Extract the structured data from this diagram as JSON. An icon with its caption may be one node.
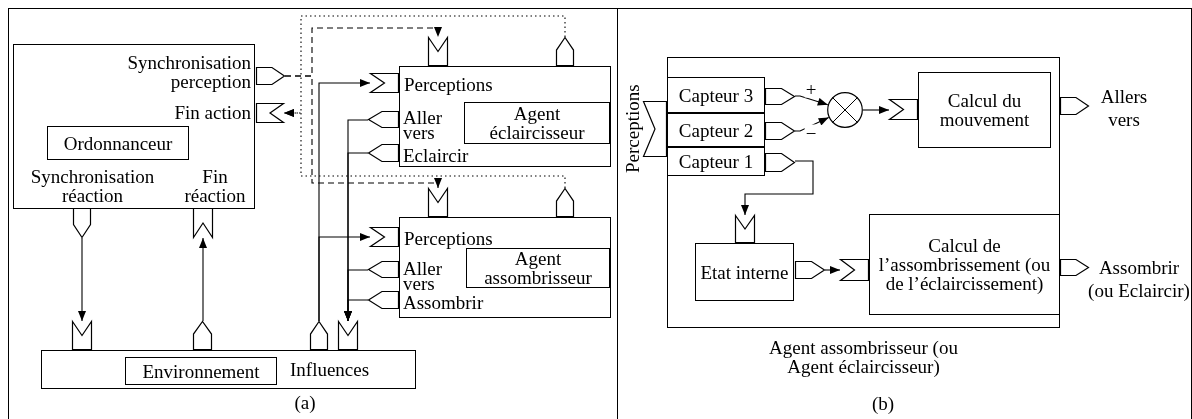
{
  "diagram": {
    "nodes": [
      {
        "text": [],
        "shape": "box"
      },
      {
        "text": [
          "Synchronisation perception"
        ],
        "in": 0
      },
      {
        "text": [
          "Fin action"
        ],
        "in": 0
      },
      {
        "text": [
          "Ordonnanceur"
        ],
        "in": 0
      },
      {
        "text": [
          "Synchronisation réaction"
        ],
        "in": 0
      },
      {
        "text": [
          "Fin réaction"
        ],
        "in": 0
      },
      {
        "text": [],
        "shape": "notch"
      },
      {
        "text": [],
        "shape": "pentagon"
      },
      {
        "text": [],
        "shape": "box"
      },
      {
        "text": [
          "Perceptions"
        ],
        "in": 8
      },
      {
        "text": [
          "Aller vers"
        ],
        "in": 8
      },
      {
        "text": [
          "Eclaircir"
        ],
        "in": 8
      },
      {
        "text": [
          "Agent éclaircisseur"
        ],
        "in": 8
      },
      {
        "text": [],
        "shape": "notch"
      },
      {
        "text": [],
        "shape": "pentagon"
      },
      {
        "text": [],
        "shape": "box"
      },
      {
        "text": [
          "Perceptions"
        ],
        "in": 15
      },
      {
        "text": [
          "Aller vers"
        ],
        "in": 15
      },
      {
        "text": [
          "Assombrir"
        ],
        "in": 15
      },
      {
        "text": [
          "Agent assombrisseur"
        ],
        "in": 15
      },
      {
        "text": [],
        "shape": "notch"
      },
      {
        "text": [],
        "shape": "pentagon"
      },
      {
        "text": [],
        "shape": "pentagon"
      },
      {
        "text": [],
        "shape": "notch"
      },
      {
        "text": [
          "Influences"
        ]
      },
      {
        "text": [
          "Environnement"
        ],
        "in": 24
      },
      {
        "text": [
          "Agent assombrisseur (ou Agent éclaircisseur)"
        ]
      },
      {
        "text": [
          "Perceptions"
        ]
      },
      {
        "text": [
          "Capteur 3"
        ],
        "in": 26
      },
      {
        "text": [
          "Capteur 2"
        ],
        "in": 26
      },
      {
        "text": [
          "Capteur 1"
        ],
        "in": 26
      },
      {
        "text": [],
        "shape": "circle",
        "in": 26
      },
      {
        "text": [
          "Calcul du mouvement"
        ],
        "in": 26,
        "beside": [
          "Allers vers"
        ]
      },
      {
        "text": [
          "Etat interne"
        ],
        "in": 26
      },
      {
        "text": [
          "Calcul de l’assombrissement (ou de l’éclaircissement)"
        ],
        "in": 26,
        "beside": [
          "Assombrir (ou Eclaircir)"
        ]
      },
      {
        "text": [],
        "shape": "pentagon"
      },
      {
        "text": [],
        "shape": "notch"
      },
      {
        "text": [],
        "shape": "pentagon"
      },
      {
        "text": [],
        "shape": "notch"
      },
      {
        "text": [],
        "shape": "notch"
      },
      {
        "text": [],
        "shape": "pentagon"
      },
      {
        "text": [],
        "shape": "pentagon"
      },
      {
        "text": [],
        "shape": "notch"
      },
      {
        "text": [],
        "shape": "pentagon"
      },
      {
        "text": [],
        "shape": "pentagon"
      }
    ],
    "edges": [
      {
        "from": 35,
        "to": 6,
        "arrow": "to",
        "style": "dashed"
      },
      {
        "from": 35,
        "to": 13,
        "arrow": "to",
        "style": "dashed"
      },
      {
        "from": 7,
        "to": 36,
        "arrow": "to",
        "style": "dashed"
      },
      {
        "from": 14,
        "to": 36,
        "arrow": "to",
        "style": "dashed"
      },
      {
        "from": 22,
        "to": 39,
        "arrow": "to"
      },
      {
        "from": 22,
        "to": 42,
        "arrow": "to"
      },
      {
        "from": 40,
        "to": 23,
        "arrow": "to"
      },
      {
        "from": 41,
        "to": 23,
        "arrow": "to"
      },
      {
        "from": 43,
        "to": 23,
        "arrow": "to"
      },
      {
        "from": 44,
        "to": 23,
        "arrow": "to"
      },
      {
        "from": 37,
        "to": 20,
        "arrow": "to"
      },
      {
        "from": 21,
        "to": 38,
        "arrow": "to"
      },
      {
        "from": 28,
        "to": 31,
        "arrow": "to",
        "label": "+"
      },
      {
        "from": 29,
        "to": 31,
        "arrow": "to",
        "label": "−"
      },
      {
        "from": 31,
        "to": 32,
        "arrow": "to"
      },
      {
        "from": 30,
        "to": 33,
        "arrow": "to"
      },
      {
        "from": 33,
        "to": 34,
        "arrow": "to"
      }
    ],
    "labels": [
      "(a)",
      "(b)"
    ]
  }
}
